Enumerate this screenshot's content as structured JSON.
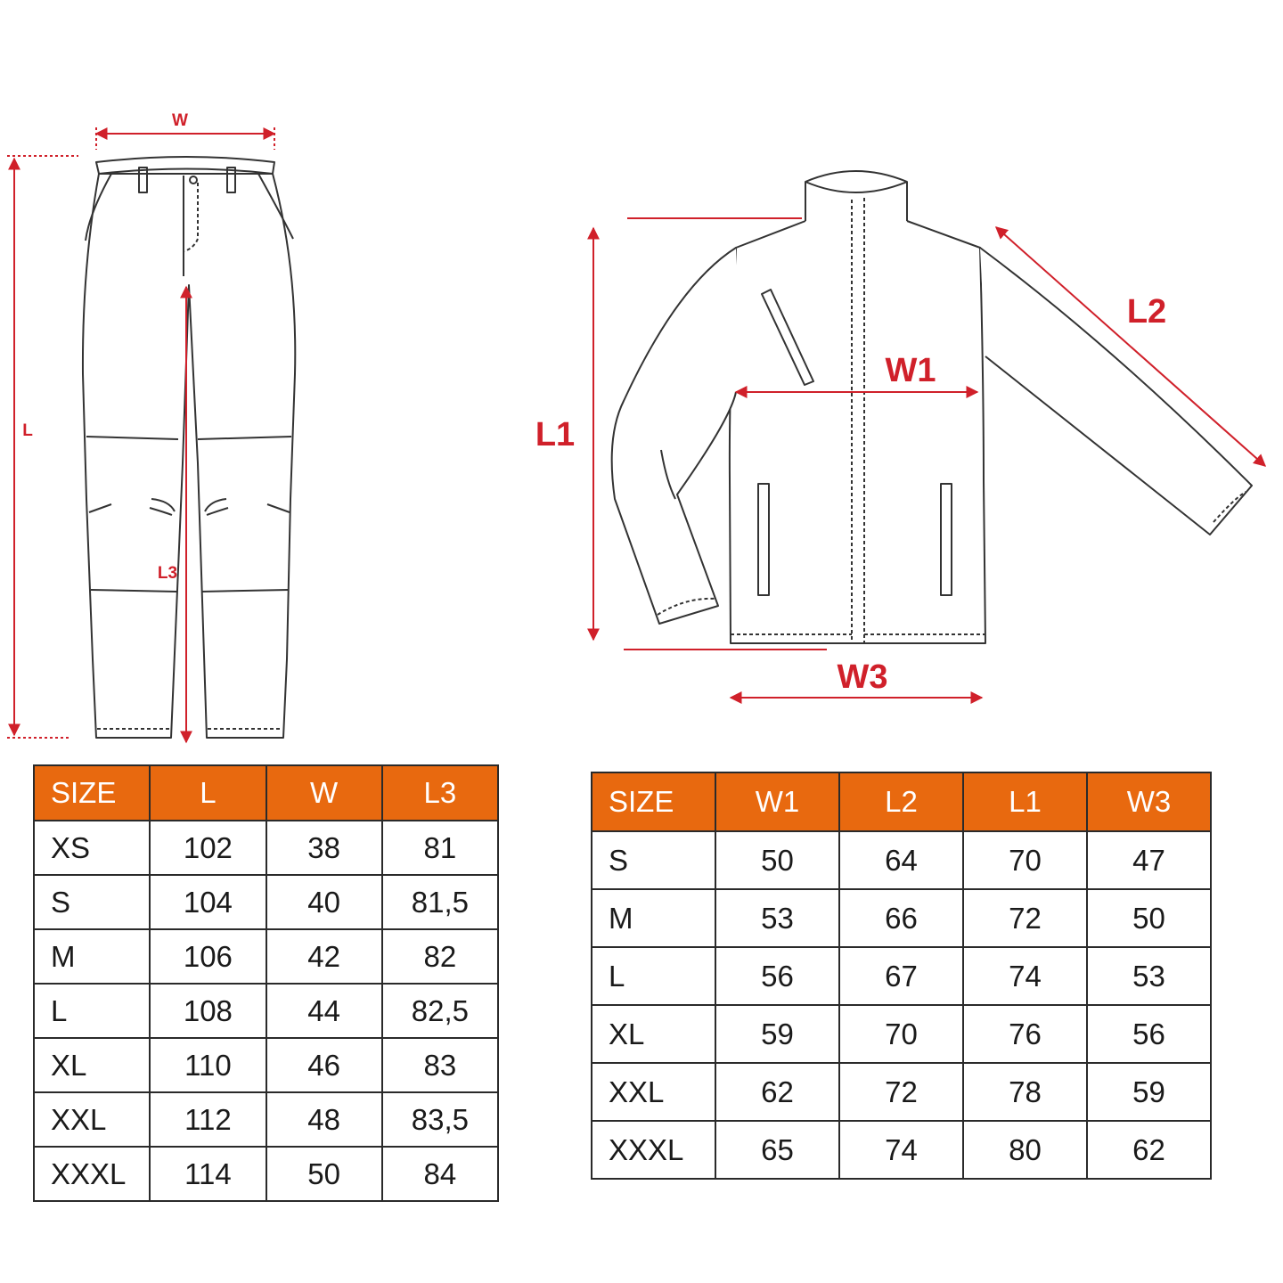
{
  "pants": {
    "labels": {
      "w": "W",
      "l": "L",
      "l3": "L3"
    },
    "table": {
      "headers": [
        "SIZE",
        "L",
        "W",
        "L3"
      ],
      "rows": [
        [
          "XS",
          "102",
          "38",
          "81"
        ],
        [
          "S",
          "104",
          "40",
          "81,5"
        ],
        [
          "M",
          "106",
          "42",
          "82"
        ],
        [
          "L",
          "108",
          "44",
          "82,5"
        ],
        [
          "XL",
          "110",
          "46",
          "83"
        ],
        [
          "XXL",
          "112",
          "48",
          "83,5"
        ],
        [
          "XXXL",
          "114",
          "50",
          "84"
        ]
      ]
    }
  },
  "jacket": {
    "labels": {
      "l1": "L1",
      "l2": "L2",
      "w1": "W1",
      "w3": "W3"
    },
    "table": {
      "headers": [
        "SIZE",
        "W1",
        "L2",
        "L1",
        "W3"
      ],
      "rows": [
        [
          "S",
          "50",
          "64",
          "70",
          "47"
        ],
        [
          "M",
          "53",
          "66",
          "72",
          "50"
        ],
        [
          "L",
          "56",
          "67",
          "74",
          "53"
        ],
        [
          "XL",
          "59",
          "70",
          "76",
          "56"
        ],
        [
          "XXL",
          "62",
          "72",
          "78",
          "59"
        ],
        [
          "XXXL",
          "65",
          "74",
          "80",
          "62"
        ]
      ]
    }
  },
  "colors": {
    "header_bg": "#e8690f",
    "dimension_red": "#d0202a",
    "outline": "#333333"
  }
}
